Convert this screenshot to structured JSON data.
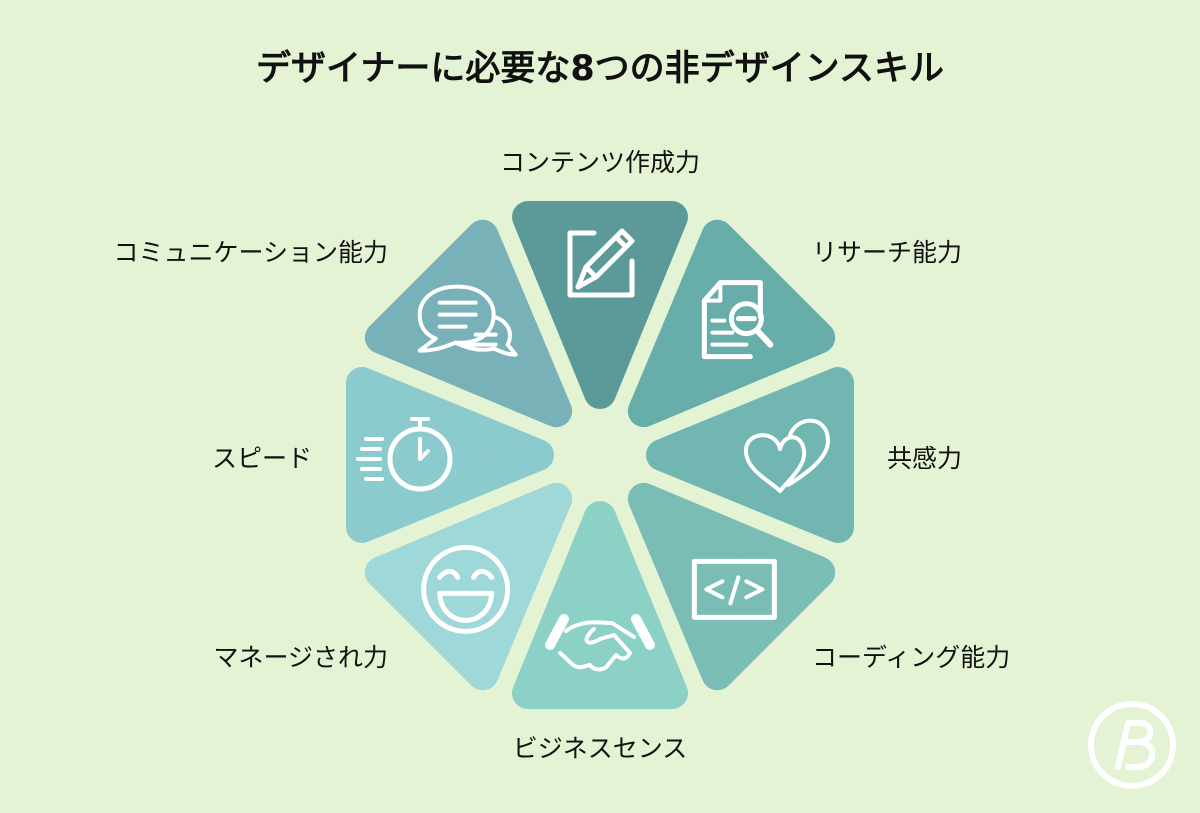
{
  "title": "デザイナーに必要な8つの非デザインスキル",
  "background_color": "#e5f3d5",
  "skills": [
    {
      "label": "コンテンツ作成力",
      "icon": "edit-pencil-icon",
      "color": "#5c9a9a"
    },
    {
      "label": "リサーチ能力",
      "icon": "document-search-icon",
      "color": "#67adaa"
    },
    {
      "label": "共感力",
      "icon": "hearts-icon",
      "color": "#72b6b2"
    },
    {
      "label": "コーディング能力",
      "icon": "code-icon",
      "color": "#79bdb5"
    },
    {
      "label": "ビジネスセンス",
      "icon": "handshake-icon",
      "color": "#8cd1c6"
    },
    {
      "label": "マネージされ力",
      "icon": "smile-face-icon",
      "color": "#9ed8d8"
    },
    {
      "label": "スピード",
      "icon": "stopwatch-icon",
      "color": "#8ccbcd"
    },
    {
      "label": "コミュニケーション能力",
      "icon": "speech-bubbles-icon",
      "color": "#78b1b7"
    }
  ],
  "logo": {
    "icon": "brand-b-logo-icon"
  }
}
